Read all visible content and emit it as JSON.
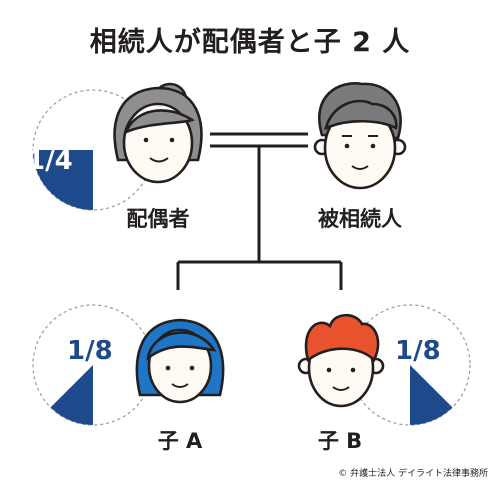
{
  "title": "相続人が配偶者と子 2 人",
  "people": {
    "spouse": {
      "label": "配偶者",
      "share": "1/4",
      "share_value": 0.25
    },
    "deceased": {
      "label": "被相続人"
    },
    "child_a": {
      "label": "子 A",
      "share": "1/8",
      "share_value": 0.125
    },
    "child_b": {
      "label": "子 B",
      "share": "1/8",
      "share_value": 0.125
    }
  },
  "copyright": "© 弁護士法人 デイライト法律事務所",
  "colors": {
    "share_fill": "#1e4a8c",
    "line": "#231f20",
    "skin": "#fffbf4",
    "hair_spouse": "#8f8f8f",
    "hair_deceased": "#7a7a7a",
    "hair_child_a": "#1f75c6",
    "hair_child_b": "#e8532d",
    "dashed_circle": "#999999"
  }
}
